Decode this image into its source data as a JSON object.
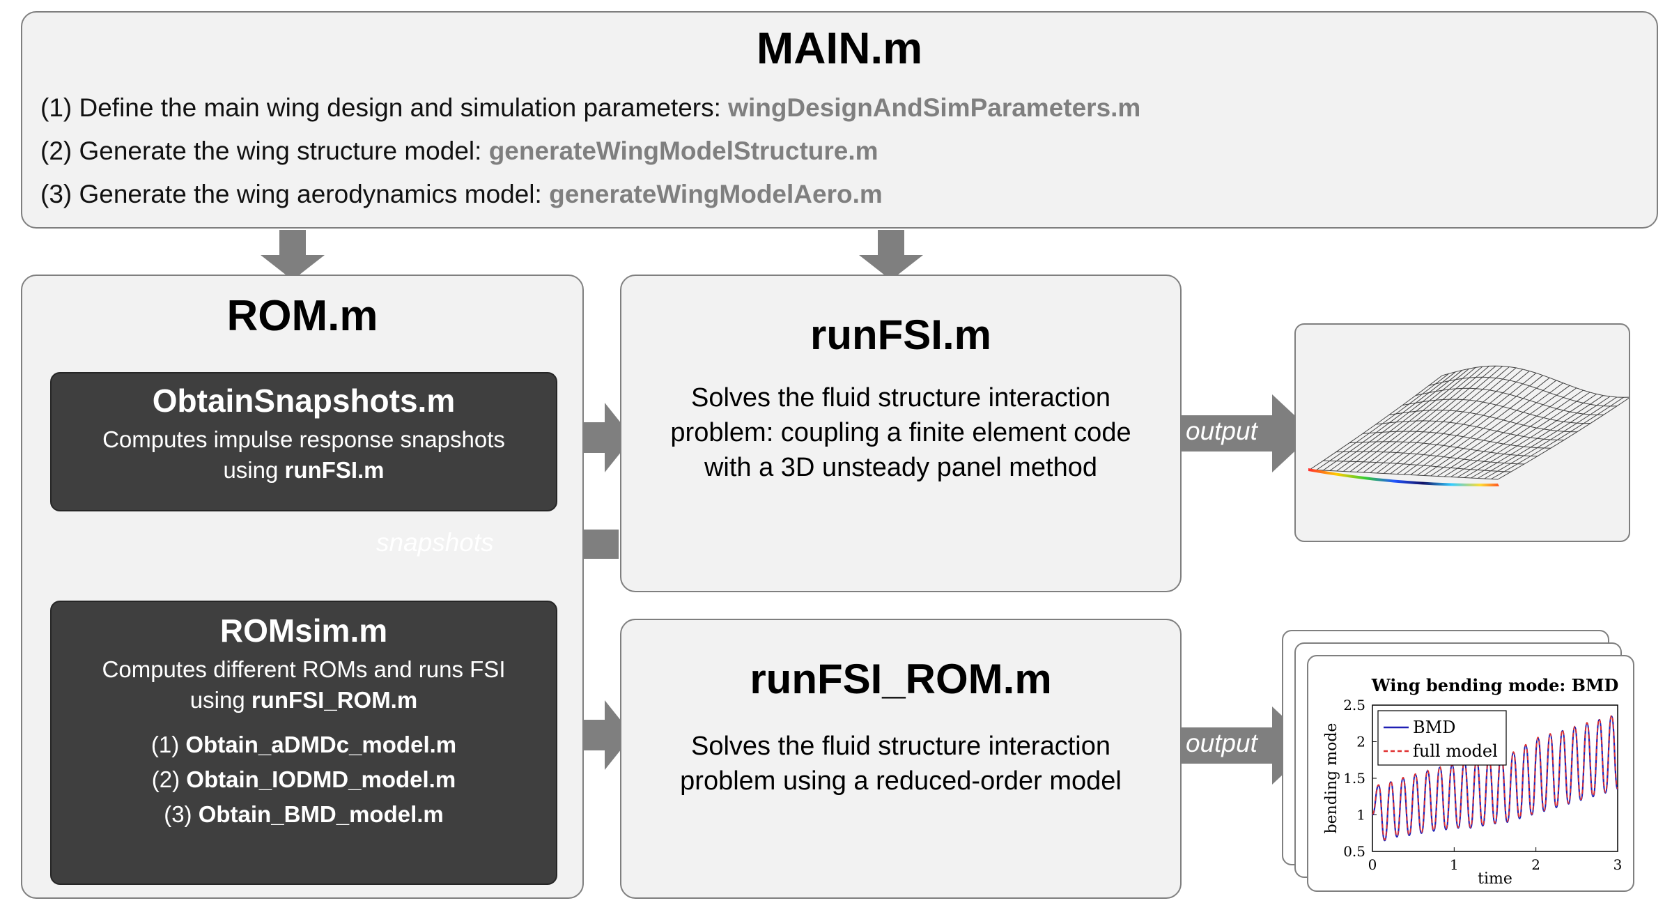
{
  "main": {
    "title": "MAIN.m",
    "steps": [
      {
        "prefix": "(1) Define the main wing design and simulation parameters: ",
        "file": "wingDesignAndSimParameters.m"
      },
      {
        "prefix": "(2) Generate the wing structure model: ",
        "file": "generateWingModelStructure.m"
      },
      {
        "prefix": "(3) Generate the wing aerodynamics model: ",
        "file": "generateWingModelAero.m"
      }
    ]
  },
  "rom": {
    "title": "ROM.m",
    "snapshots_box": {
      "title": "ObtainSnapshots.m",
      "line1": "Computes impulse response snapshots",
      "line2_prefix": "using ",
      "line2_file": "runFSI.m"
    },
    "romsim_box": {
      "title": "ROMsim.m",
      "line1": "Computes different ROMs and runs FSI",
      "line2_prefix": "using ",
      "line2_file": "runFSI_ROM.m",
      "models": [
        {
          "num": "(1) ",
          "file": "Obtain_aDMDc_model.m"
        },
        {
          "num": "(2) ",
          "file": "Obtain_IODMD_model.m"
        },
        {
          "num": "(3) ",
          "file": "Obtain_BMD_model.m"
        }
      ]
    }
  },
  "runfsi": {
    "title": "runFSI.m",
    "desc": [
      "Solves the fluid structure interaction",
      "problem: coupling a finite element code",
      "with a 3D unsteady panel method"
    ]
  },
  "runfsi_rom": {
    "title": "runFSI_ROM.m",
    "desc": [
      "Solves the fluid structure interaction",
      "problem using a reduced-order model"
    ]
  },
  "arrows": {
    "snapshots_label": "snapshots",
    "output_label_1": "output",
    "output_label_2": "output"
  },
  "chart_data": {
    "type": "line",
    "title": "Wing bending mode: BMD",
    "xlabel": "time",
    "ylabel": "bending mode",
    "xlim": [
      0,
      3
    ],
    "ylim": [
      0.5,
      2.5
    ],
    "xticks": [
      "0",
      "1",
      "2",
      "3"
    ],
    "yticks": [
      "0.5",
      "1",
      "1.5",
      "2",
      "2.5"
    ],
    "legend_position": "top-left",
    "series": [
      {
        "name": "BMD",
        "color": "#1f1fb4",
        "style": "solid"
      },
      {
        "name": "full model",
        "color": "#e03030",
        "style": "dashed"
      }
    ],
    "x": [
      0,
      0.075,
      0.15,
      0.225,
      0.3,
      0.375,
      0.45,
      0.525,
      0.6,
      0.675,
      0.75,
      0.825,
      0.9,
      0.975,
      1.05,
      1.125,
      1.2,
      1.275,
      1.35,
      1.425,
      1.5,
      1.575,
      1.65,
      1.725,
      1.8,
      1.875,
      1.95,
      2.025,
      2.1,
      2.175,
      2.25,
      2.325,
      2.4,
      2.475,
      2.55,
      2.625,
      2.7,
      2.775,
      2.85,
      2.925,
      3.0
    ],
    "y": [
      1.0,
      1.4,
      0.65,
      1.45,
      0.7,
      1.5,
      0.72,
      1.55,
      0.75,
      1.6,
      0.78,
      1.65,
      0.8,
      1.68,
      0.82,
      1.72,
      0.82,
      1.75,
      0.85,
      1.78,
      0.88,
      1.82,
      0.9,
      1.85,
      0.95,
      1.95,
      1.0,
      2.05,
      1.05,
      2.1,
      1.1,
      2.15,
      1.15,
      2.2,
      1.2,
      2.25,
      1.25,
      2.3,
      1.3,
      2.35,
      1.35
    ]
  }
}
